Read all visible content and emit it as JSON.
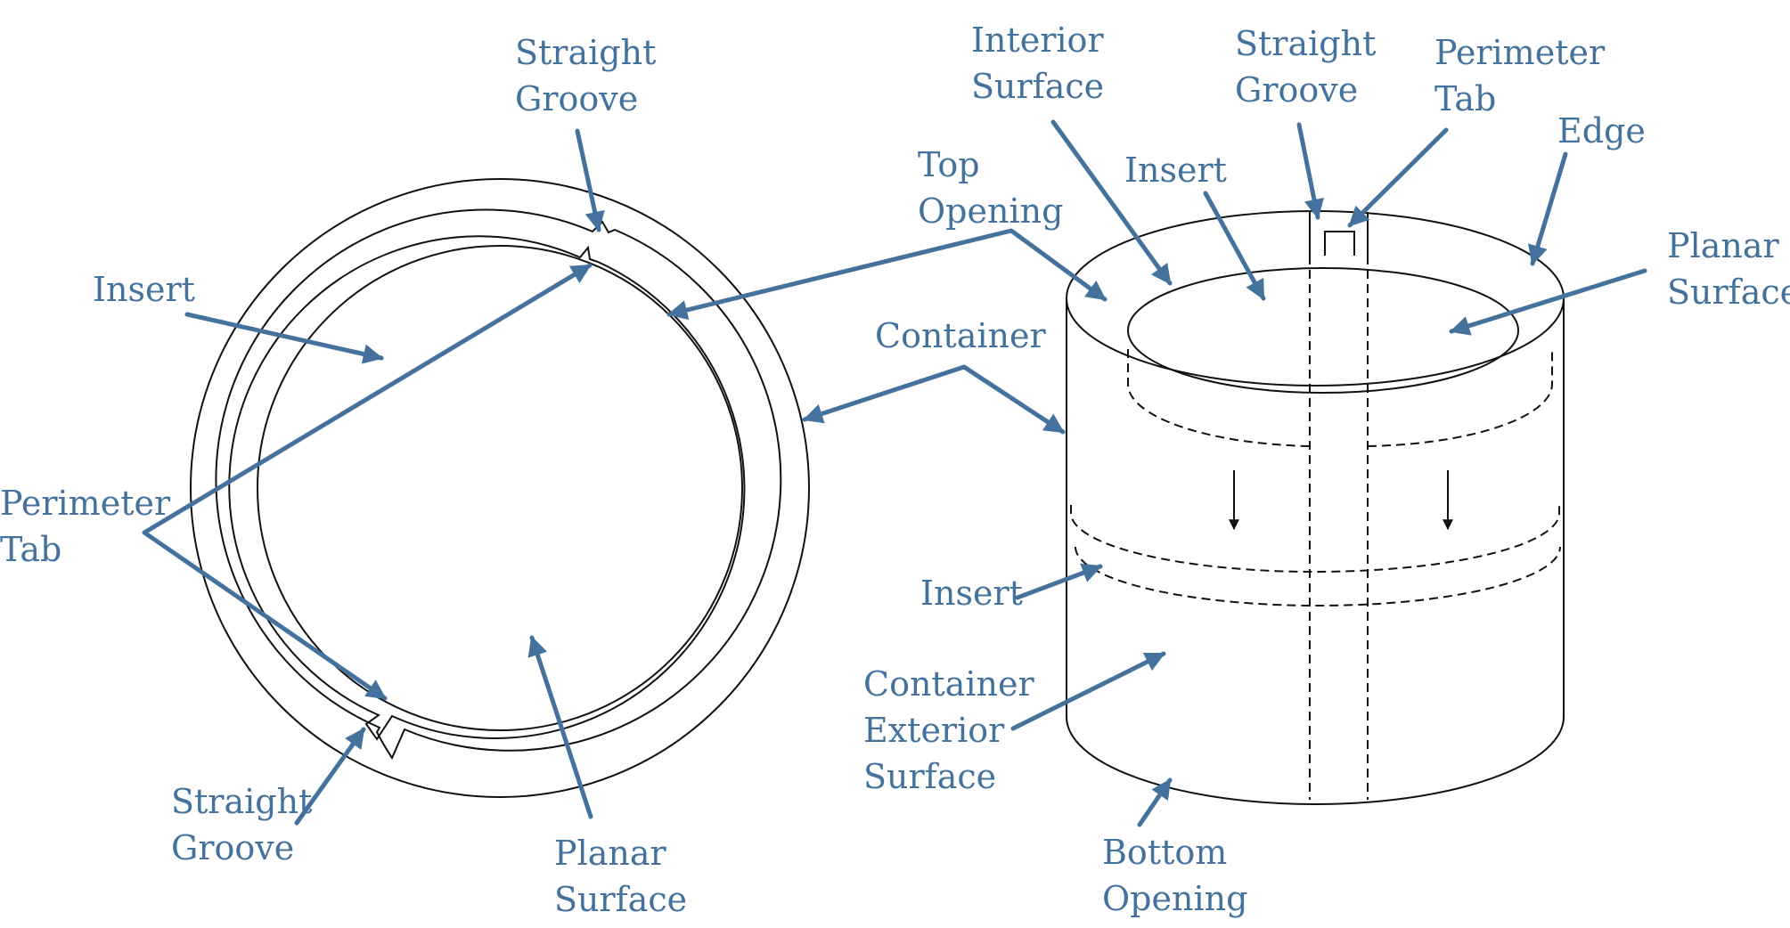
{
  "colors": {
    "label": "#44729c",
    "line": "#111111",
    "background": "#ffffff"
  },
  "top_view": {
    "straight_groove_top": [
      "Straight",
      "Groove"
    ],
    "insert": "Insert",
    "perimeter_tab": [
      "Perimeter",
      "Tab"
    ],
    "straight_groove_bottom": [
      "Straight",
      "Groove"
    ],
    "planar_surface": [
      "Planar",
      "Surface"
    ]
  },
  "side_view": {
    "interior_surface": [
      "Interior",
      "Surface"
    ],
    "straight_groove": [
      "Straight",
      "Groove"
    ],
    "perimeter_tab": [
      "Perimeter",
      "Tab"
    ],
    "edge": "Edge",
    "top_opening": [
      "Top",
      "Opening"
    ],
    "insert_top": "Insert",
    "planar_surface": [
      "Planar",
      "Surface"
    ],
    "container": "Container",
    "insert_mid": "Insert",
    "container_exterior_surface": [
      "Container",
      "Exterior",
      "Surface"
    ],
    "bottom_opening": [
      "Bottom",
      "Opening"
    ]
  }
}
